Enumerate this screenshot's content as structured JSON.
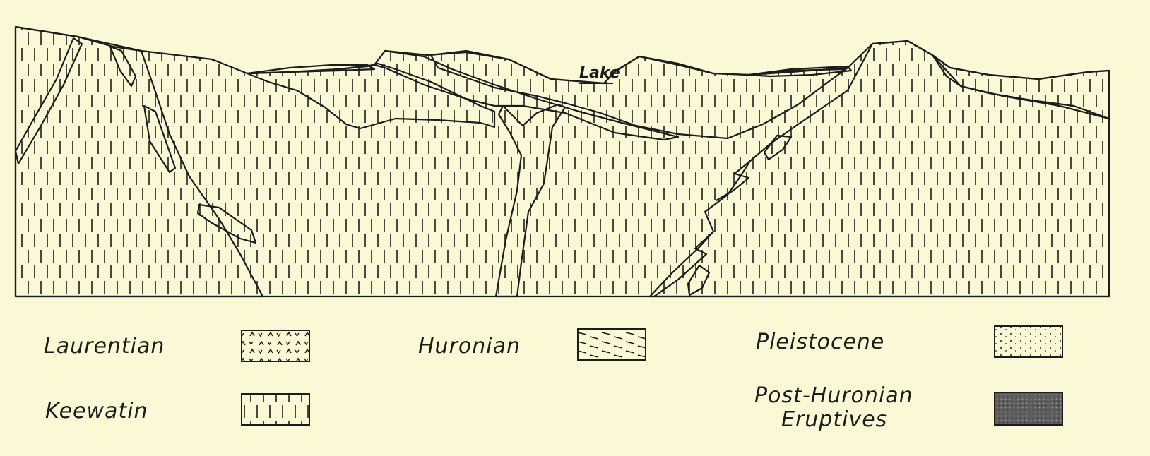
{
  "cross_section": {
    "lake_label": "Lake"
  },
  "legend": {
    "items": [
      {
        "label": "Laurentian",
        "pattern": "laurentian"
      },
      {
        "label": "Huronian",
        "pattern": "huronian"
      },
      {
        "label": "Pleistocene",
        "pattern": "pleistocene"
      },
      {
        "label": "Keewatin",
        "pattern": "keewatin"
      },
      {
        "label": "Post-Huronian",
        "label_line2": "Eruptives",
        "pattern": "eruptives"
      }
    ]
  },
  "colors": {
    "background": "#fbf8d6",
    "ink": "#1c1c1c",
    "eruptives_fill": "#5e5e5e"
  }
}
